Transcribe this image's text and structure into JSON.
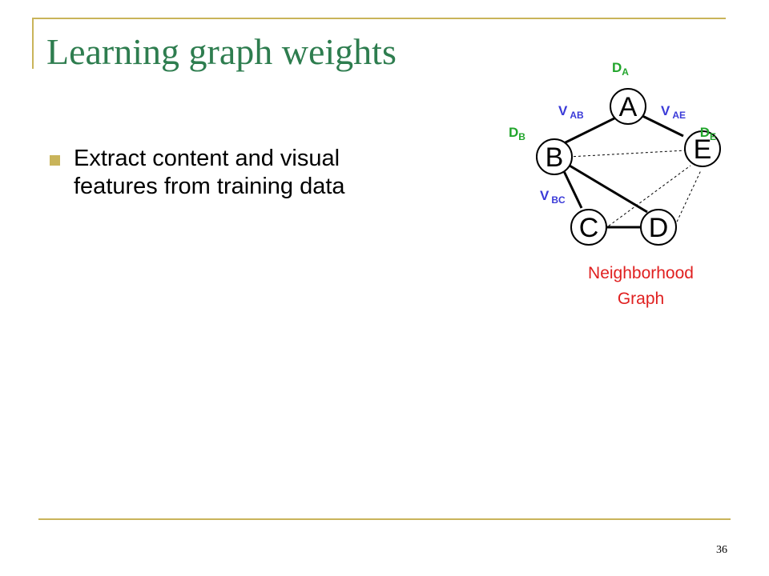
{
  "slide": {
    "title": "Learning graph weights",
    "bullets": [
      {
        "lines": [
          "Extract content and visual",
          "features from training data"
        ]
      }
    ],
    "page_number": "36"
  },
  "diagram": {
    "nodes": [
      {
        "id": "A",
        "label": "A"
      },
      {
        "id": "B",
        "label": "B"
      },
      {
        "id": "C",
        "label": "C"
      },
      {
        "id": "D",
        "label": "D"
      },
      {
        "id": "E",
        "label": "E"
      }
    ],
    "solid_edges": [
      [
        "A",
        "B"
      ],
      [
        "A",
        "E"
      ],
      [
        "B",
        "C"
      ],
      [
        "B",
        "D"
      ],
      [
        "C",
        "D"
      ]
    ],
    "dashed_edges": [
      [
        "B",
        "E"
      ],
      [
        "C",
        "E"
      ],
      [
        "D",
        "E"
      ]
    ],
    "node_labels": {
      "D_A": {
        "main": "D",
        "sub": "A"
      },
      "D_B": {
        "main": "D",
        "sub": "B"
      },
      "D_E": {
        "main": "D",
        "sub": "E"
      }
    },
    "edge_labels": {
      "V_AB": {
        "main": "V",
        "sub": "AB"
      },
      "V_AE": {
        "main": "V",
        "sub": "AE"
      },
      "V_BC": {
        "main": "V",
        "sub": "BC"
      }
    },
    "caption": [
      "Neighborhood",
      "Graph"
    ],
    "colors": {
      "d_label": "#22a52c",
      "v_label": "#3a3ad8",
      "caption": "#e02020",
      "rule": "#c9b45a",
      "title": "#2e7d4f"
    }
  }
}
